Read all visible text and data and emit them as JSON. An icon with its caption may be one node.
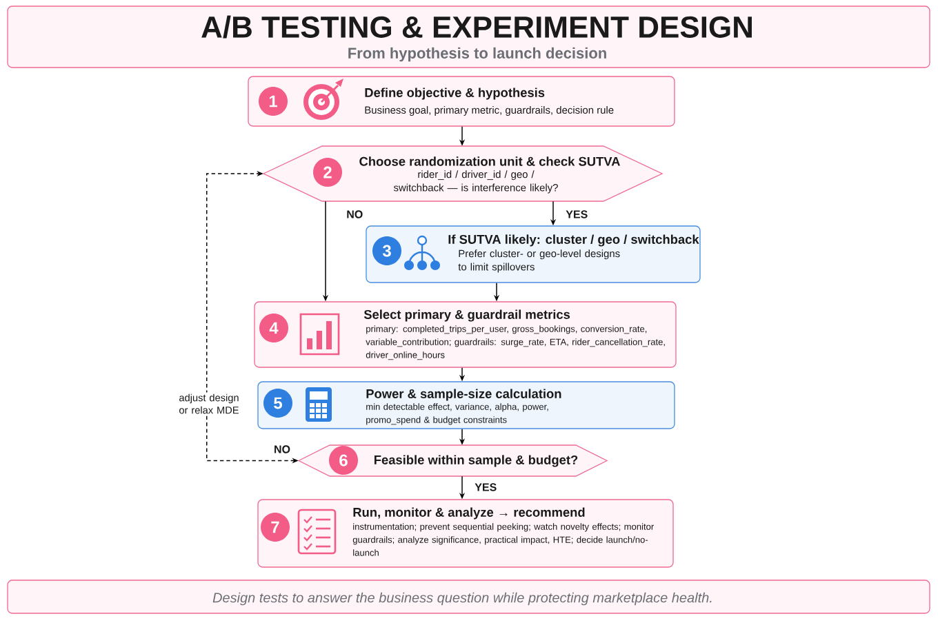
{
  "diagram": {
    "title": "A/B TESTING & EXPERIMENT DESIGN",
    "caption": "Design tests to answer the business question while protecting marketplace health.",
    "nodes": [
      {
        "text": [
          "1",
          "Define objective & hypothesis",
          "Business goal, primary metric, guardrails, decision rule"
        ]
      },
      {
        "text": [
          "2",
          "Choose randomization unit & check SUTVA",
          "rider_id / driver_id / geo / switchback — is interference likely?"
        ]
      },
      {
        "text": [
          "3",
          "If SUTVA likely: cluster / geo / switchback",
          "Prefer cluster- or geo-level designs to limit spillovers"
        ]
      },
      {
        "text": [
          "4",
          "Select primary & guardrail metrics",
          "primary: completed_trips_per_user, gross_bookings, conversion_rate, variable_contribution; guardrails: surge_rate, ETA, rider_cancellation_rate, driver_online_hours"
        ]
      },
      {
        "text": [
          "5",
          "Power & sample-size calculation",
          "min detectable effect, variance, alpha, power, promo_spend & budget constraints"
        ]
      },
      {
        "text": [
          "6",
          "Feasible within sample & budget?"
        ]
      },
      {
        "text": [
          "7",
          "Run, monitor & analyze → recommend",
          "instrumentation; prevent sequential peeking; watch novelty effects; monitor guardrails; analyze significance, practical impact, HTE; decide launch/no-launch"
        ]
      }
    ],
    "edges": [
      {
        "from": 0,
        "to": 1,
        "arrow": "to"
      },
      {
        "from": 1,
        "to": 3,
        "arrow": "to",
        "label": "NO"
      },
      {
        "from": 1,
        "to": 2,
        "arrow": "to",
        "label": "YES"
      },
      {
        "from": 2,
        "to": 3,
        "arrow": "to"
      },
      {
        "from": 3,
        "to": 4,
        "arrow": "to"
      },
      {
        "from": 4,
        "to": 5,
        "arrow": "to"
      },
      {
        "from": 5,
        "to": 6,
        "arrow": "to",
        "label": "YES"
      },
      {
        "from": 5,
        "to": 1,
        "arrow": "both",
        "style": "dashed",
        "label": "adjust design or relax MDE"
      }
    ],
    "labels": [
      "From hypothesis to launch decision",
      "NO"
    ]
  }
}
